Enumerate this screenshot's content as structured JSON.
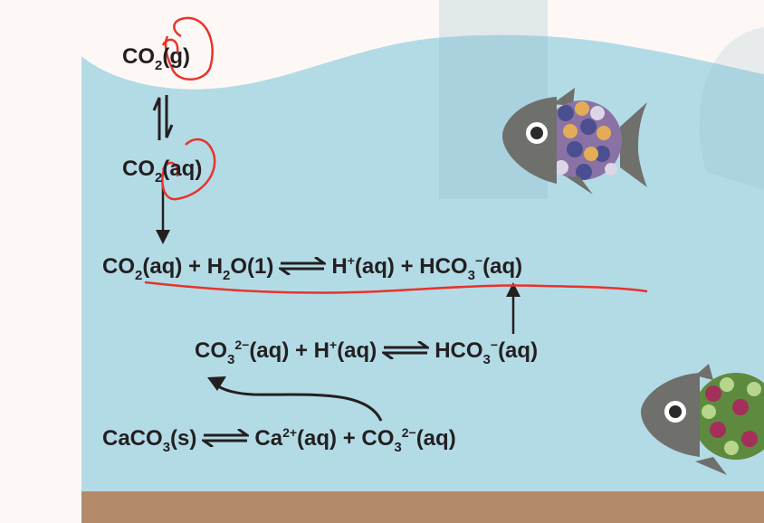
{
  "colors": {
    "water": "#b3dbe6",
    "ground": "#b58a69",
    "ink": "#231f20",
    "annotation": "#e8332a",
    "air": "#fdf8f6"
  },
  "equations": {
    "co2_gas": [
      {
        "t": "CO"
      },
      {
        "t": "2",
        "s": "sub"
      },
      {
        "t": "(g)"
      }
    ],
    "co2_aq": [
      {
        "t": "CO"
      },
      {
        "t": "2",
        "s": "sub"
      },
      {
        "t": "(aq)"
      }
    ],
    "eq1": [
      {
        "t": "CO"
      },
      {
        "t": "2",
        "s": "sub"
      },
      {
        "t": "(aq) + H"
      },
      {
        "t": "2",
        "s": "sub"
      },
      {
        "t": "O(1)"
      },
      {
        "s": "arrow"
      },
      {
        "t": "H"
      },
      {
        "t": "+",
        "s": "sup"
      },
      {
        "t": "(aq) + HCO"
      },
      {
        "t": "3",
        "s": "sub"
      },
      {
        "t": "−",
        "s": "sup"
      },
      {
        "t": "(aq)"
      }
    ],
    "eq2": [
      {
        "t": "CO"
      },
      {
        "t": "3",
        "s": "sub"
      },
      {
        "t": "2−",
        "s": "sup"
      },
      {
        "t": "(aq) + H"
      },
      {
        "t": "+",
        "s": "sup"
      },
      {
        "t": "(aq)"
      },
      {
        "s": "arrow"
      },
      {
        "t": "HCO"
      },
      {
        "t": "3",
        "s": "sub"
      },
      {
        "t": "−",
        "s": "sup"
      },
      {
        "t": "(aq)"
      }
    ],
    "eq3": [
      {
        "t": "CaCO"
      },
      {
        "t": "3",
        "s": "sub"
      },
      {
        "t": "(s)"
      },
      {
        "s": "arrow"
      },
      {
        "t": "Ca"
      },
      {
        "t": "2+",
        "s": "sup"
      },
      {
        "t": "(aq) + CO"
      },
      {
        "t": "3",
        "s": "sub"
      },
      {
        "t": "2−",
        "s": "sup"
      },
      {
        "t": "(aq)"
      }
    ]
  },
  "icons": [
    "equilibrium-arrow-icon",
    "fish-icon"
  ]
}
